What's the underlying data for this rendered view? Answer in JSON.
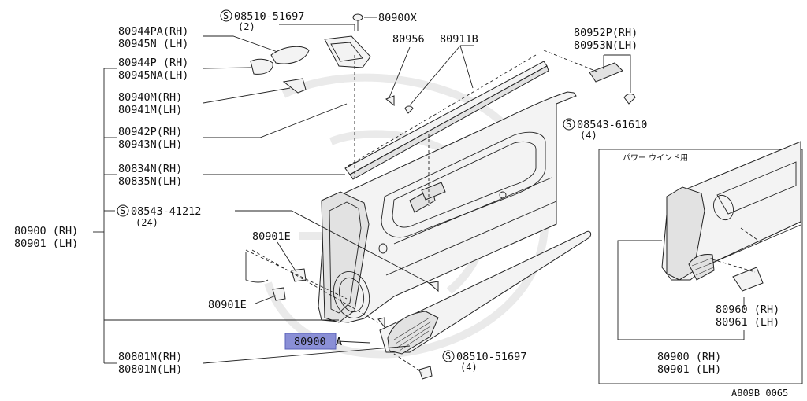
{
  "left_group": {
    "l1a": "80944PA(RH)",
    "l1b": "80945N (LH)",
    "l2a": "80944P  (RH)",
    "l2b": "80945NA(LH)",
    "l3a": "80940M(RH)",
    "l3b": "80941M(LH)",
    "l4a": "80942P(RH)",
    "l4b": "80943N(LH)",
    "l5a": "80834N(RH)",
    "l5b": "80835N(LH)",
    "screw_code": "08543-41212",
    "screw_qty": "(24)",
    "main_rh": "80900 (RH)",
    "main_lh": "80901 (LH)",
    "clip_top": "80901E",
    "clip_bottom": "80901E",
    "l6a": "80801M(RH)",
    "l6b": "80801N(LH)"
  },
  "top_group": {
    "screw_code": "08510-51697",
    "screw_qty": "(2)",
    "clip": "80900X",
    "grom": "80956",
    "strip": "80911B"
  },
  "right_group": {
    "l1a": "80952P(RH)",
    "l1b": "80953N(LH)",
    "screw_code": "08543-61610",
    "screw_qty": "(4)"
  },
  "bottom_group": {
    "highlighted_part": "80900",
    "highlighted_suffix": "A",
    "screw_code": "08510-51697",
    "screw_qty": "(4)"
  },
  "inset": {
    "title": "パワー ウインド用",
    "l1a": "80960 (RH)",
    "l1b": "80961 (LH)",
    "l2a": "80900 (RH)",
    "l2b": "80901 (LH)"
  },
  "screw_symbol": "S",
  "diagram_code": "A809B 0065",
  "colors": {
    "highlight": "#8a8fd6",
    "line": "#222222"
  }
}
